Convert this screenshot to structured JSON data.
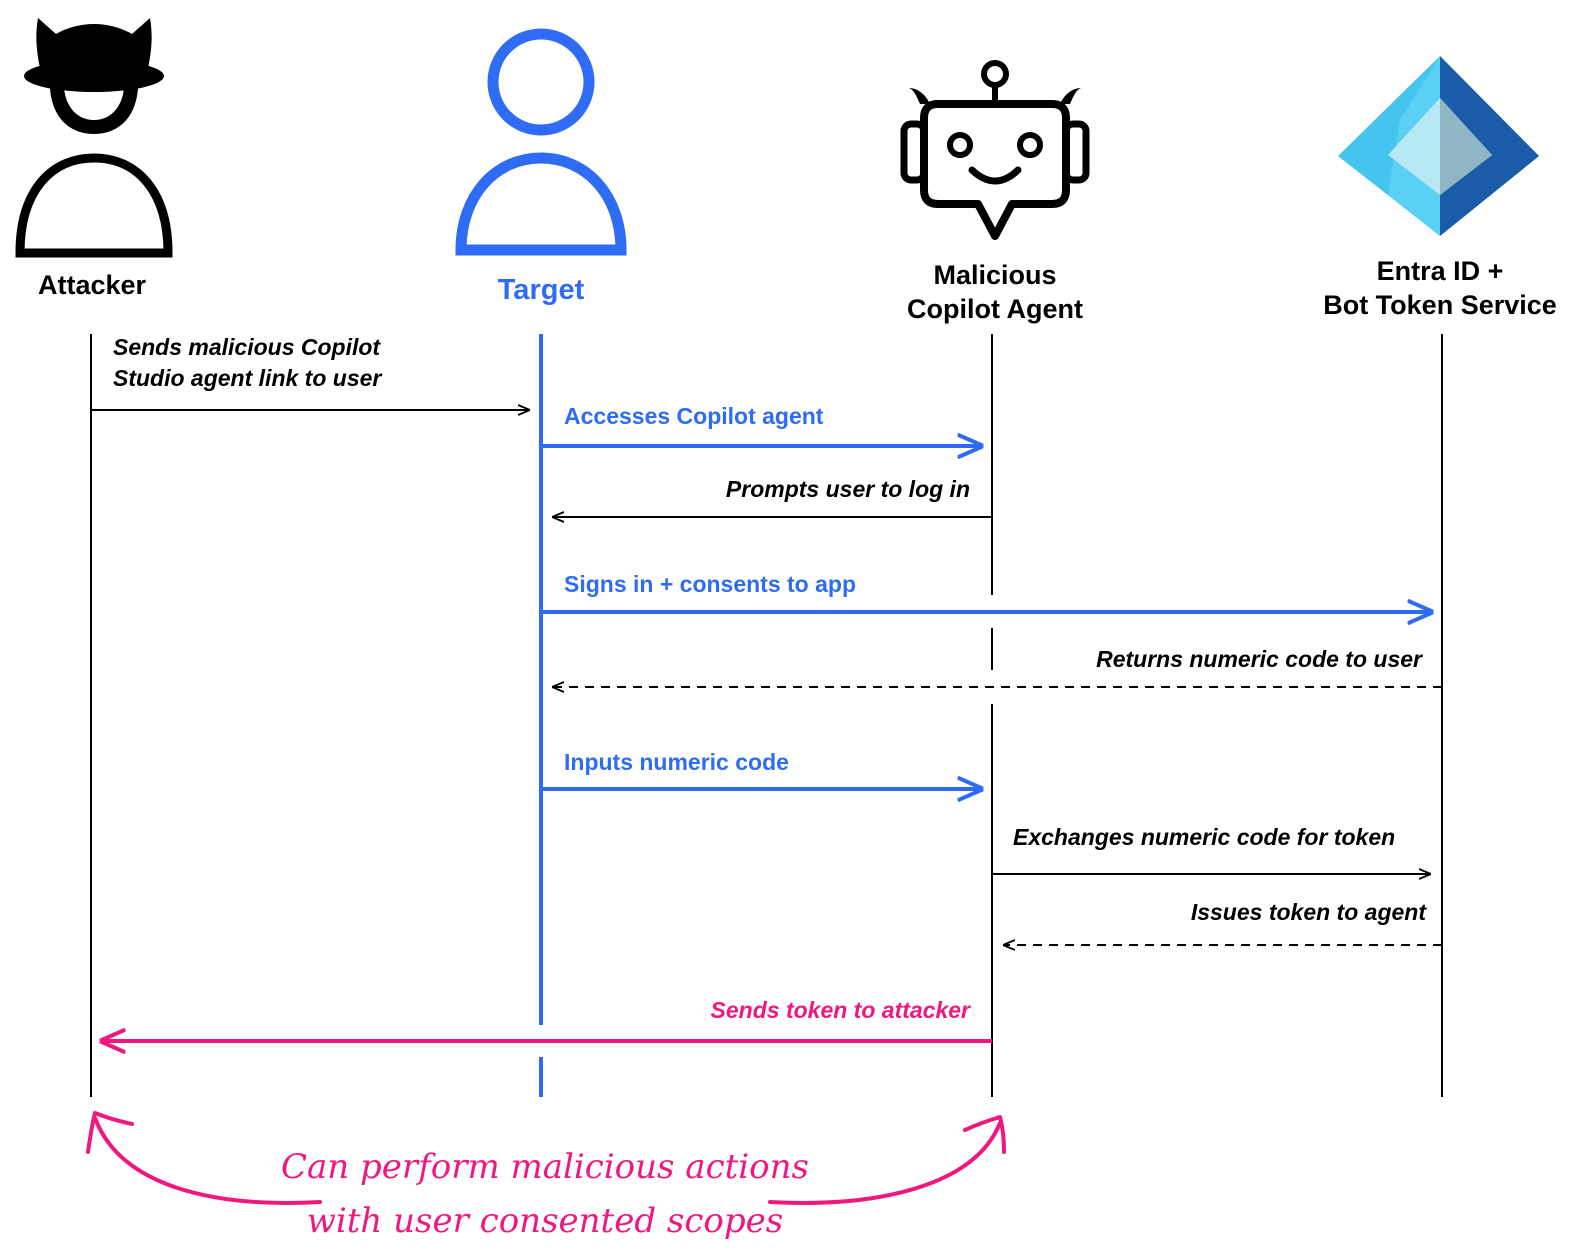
{
  "actors": [
    {
      "id": "attacker",
      "label": "Attacker",
      "icon": "hacker-icon"
    },
    {
      "id": "target",
      "label": "Target",
      "icon": "user-icon"
    },
    {
      "id": "agent",
      "label": "Malicious\nCopilot Agent",
      "icon": "robot-icon"
    },
    {
      "id": "entra",
      "label": "Entra ID +\nBot Token Service",
      "icon": "entra-id-icon"
    }
  ],
  "messages": [
    {
      "text": "Sends malicious Copilot\nStudio agent link to user",
      "from": "attacker",
      "to": "target",
      "style": "solid",
      "color": "black"
    },
    {
      "text": "Accesses Copilot agent",
      "from": "target",
      "to": "agent",
      "style": "solid",
      "color": "blue"
    },
    {
      "text": "Prompts user to log in",
      "from": "agent",
      "to": "target",
      "style": "solid",
      "color": "black"
    },
    {
      "text": "Signs in + consents to app",
      "from": "target",
      "to": "entra",
      "style": "solid",
      "color": "blue"
    },
    {
      "text": "Returns numeric code to user",
      "from": "entra",
      "to": "target",
      "style": "dashed",
      "color": "black"
    },
    {
      "text": "Inputs numeric code",
      "from": "target",
      "to": "agent",
      "style": "solid",
      "color": "blue"
    },
    {
      "text": "Exchanges numeric code for token",
      "from": "agent",
      "to": "entra",
      "style": "solid",
      "color": "black"
    },
    {
      "text": "Issues token to agent",
      "from": "entra",
      "to": "agent",
      "style": "dashed",
      "color": "black"
    },
    {
      "text": "Sends token to attacker",
      "from": "agent",
      "to": "attacker",
      "style": "solid",
      "color": "pink"
    }
  ],
  "note": "Can perform malicious actions\nwith user consented scopes",
  "colors": {
    "black": "#000000",
    "blue": "#2f6cf5",
    "pink": "#f0187f"
  }
}
